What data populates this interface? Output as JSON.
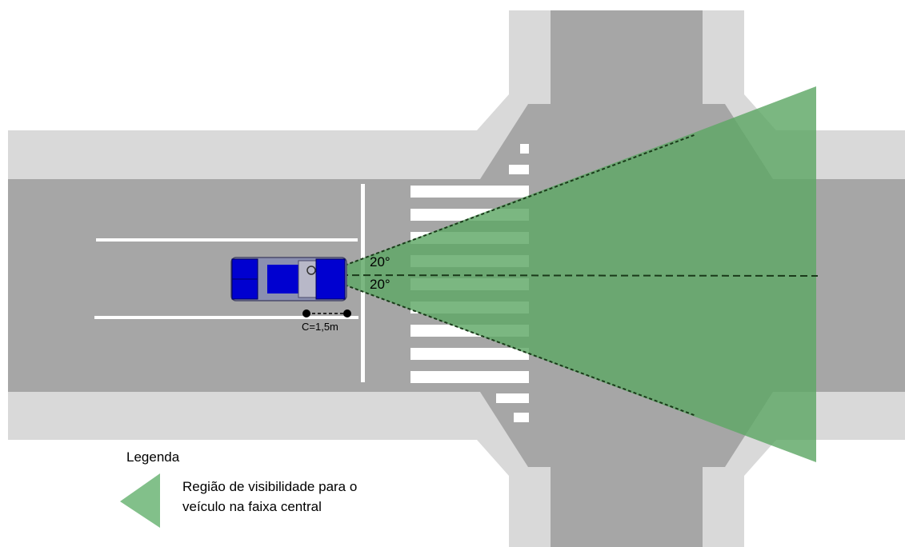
{
  "diagram": {
    "angle_upper_label": "20°",
    "angle_lower_label": "20°",
    "setback_label": "C=1,5m"
  },
  "legend": {
    "title": "Legenda",
    "line1": "Região de visibilidade para o",
    "line2": "veículo na faixa central"
  },
  "colors": {
    "road": "#a6a6a6",
    "sidewalk": "#d9d9d9",
    "marking": "#ffffff",
    "visibility_region": "#5ea765",
    "vehicle": "#0000d0",
    "sightline": "#1a3a1a"
  }
}
